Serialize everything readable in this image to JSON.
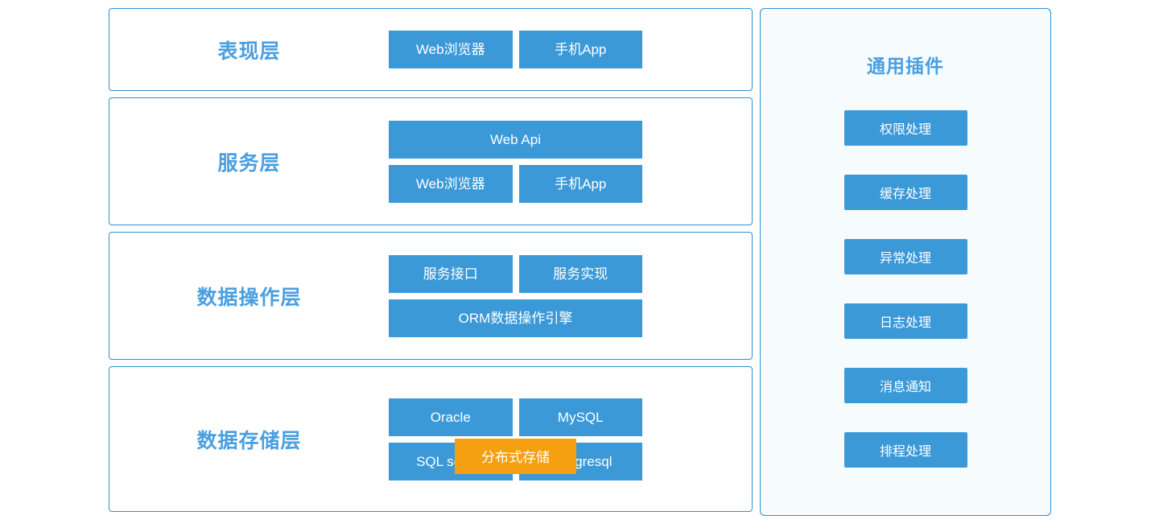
{
  "theme": {
    "box_blue": "#3b99d8",
    "title_blue": "#4a9fe0",
    "border_blue": "#2f8fd0",
    "highlight_orange": "#f5a011",
    "panel_background": "#f6fbfe",
    "page_background": "#ffffff"
  },
  "architecture": {
    "layers": [
      {
        "title": "表现层",
        "rows": [
          {
            "type": "half",
            "boxes": [
              "Web浏览器",
              "手机App"
            ]
          }
        ]
      },
      {
        "title": "服务层",
        "rows": [
          {
            "type": "full",
            "boxes": [
              "Web  Api"
            ]
          },
          {
            "type": "half",
            "boxes": [
              "Web浏览器",
              "手机App"
            ]
          }
        ]
      },
      {
        "title": "数据操作层",
        "rows": [
          {
            "type": "half",
            "boxes": [
              "服务接口",
              "服务实现"
            ]
          },
          {
            "type": "full",
            "boxes": [
              "ORM数据操作引擎"
            ]
          }
        ]
      },
      {
        "title": "数据存储层",
        "rows": [
          {
            "type": "half",
            "boxes": [
              "Oracle",
              "MySQL"
            ]
          },
          {
            "type": "half",
            "boxes": [
              "SQL server",
              "postgresql"
            ]
          }
        ],
        "overlay": "分布式存储"
      }
    ]
  },
  "plugins_panel": {
    "title": "通用插件",
    "items": [
      "权限处理",
      "缓存处理",
      "异常处理",
      "日志处理",
      "消息通知",
      "排程处理"
    ]
  }
}
